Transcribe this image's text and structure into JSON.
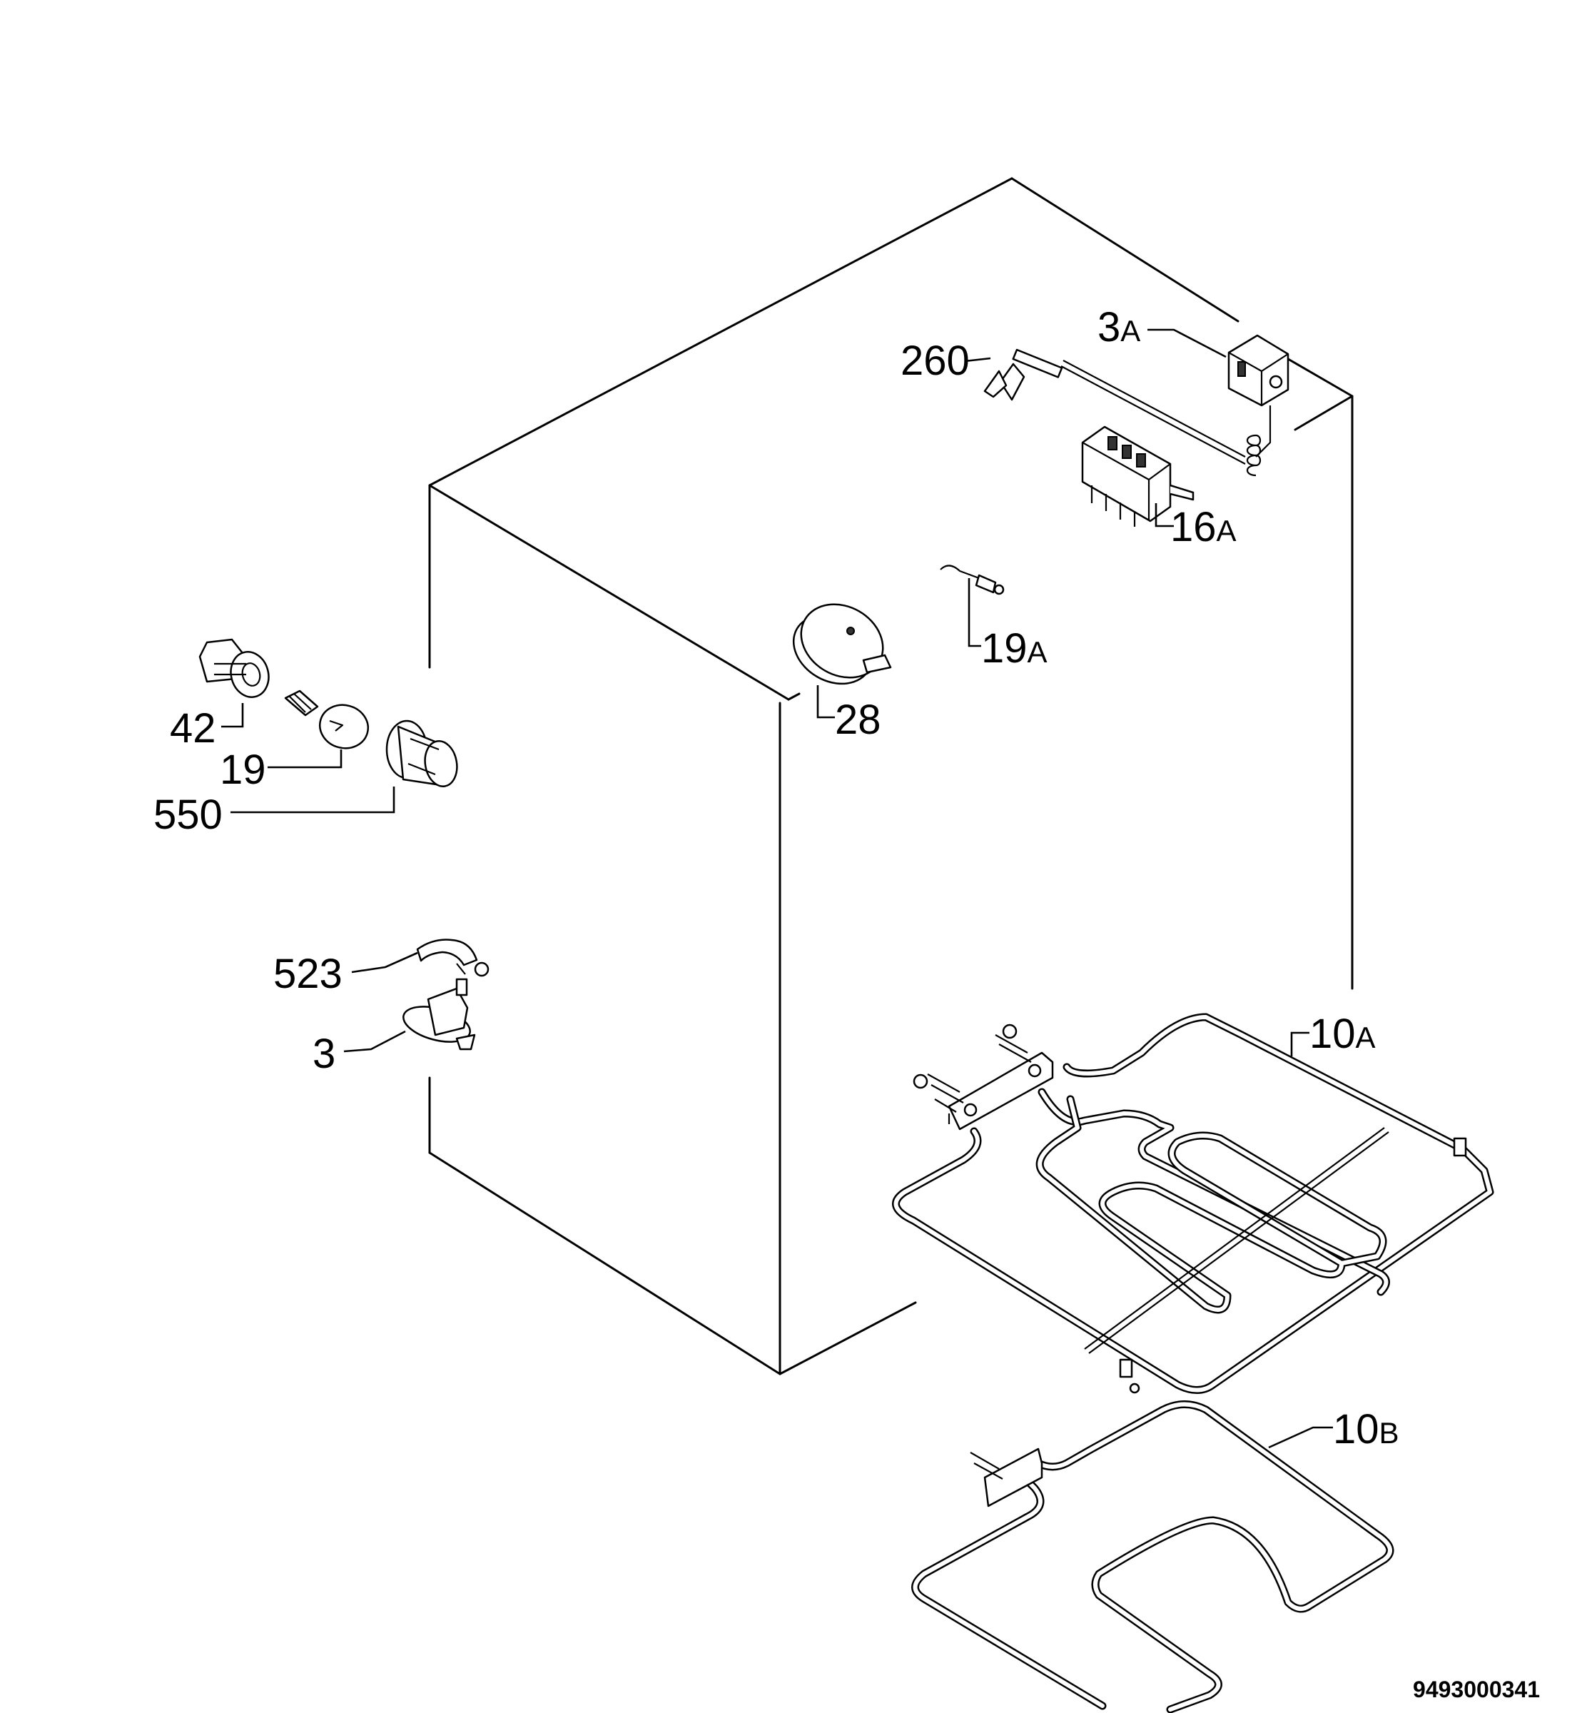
{
  "parts": [
    {
      "id": "p3A",
      "number": "3",
      "suffix": "A"
    },
    {
      "id": "p260",
      "number": "260",
      "suffix": ""
    },
    {
      "id": "p16A",
      "number": "16",
      "suffix": "A"
    },
    {
      "id": "p19A",
      "number": "19",
      "suffix": "A"
    },
    {
      "id": "p28",
      "number": "28",
      "suffix": ""
    },
    {
      "id": "p42",
      "number": "42",
      "suffix": ""
    },
    {
      "id": "p19",
      "number": "19",
      "suffix": ""
    },
    {
      "id": "p550",
      "number": "550",
      "suffix": ""
    },
    {
      "id": "p523",
      "number": "523",
      "suffix": ""
    },
    {
      "id": "p3",
      "number": "3",
      "suffix": ""
    },
    {
      "id": "p10A",
      "number": "10",
      "suffix": "A"
    },
    {
      "id": "p10B",
      "number": "10",
      "suffix": "B"
    }
  ],
  "document_number": "9493000341"
}
